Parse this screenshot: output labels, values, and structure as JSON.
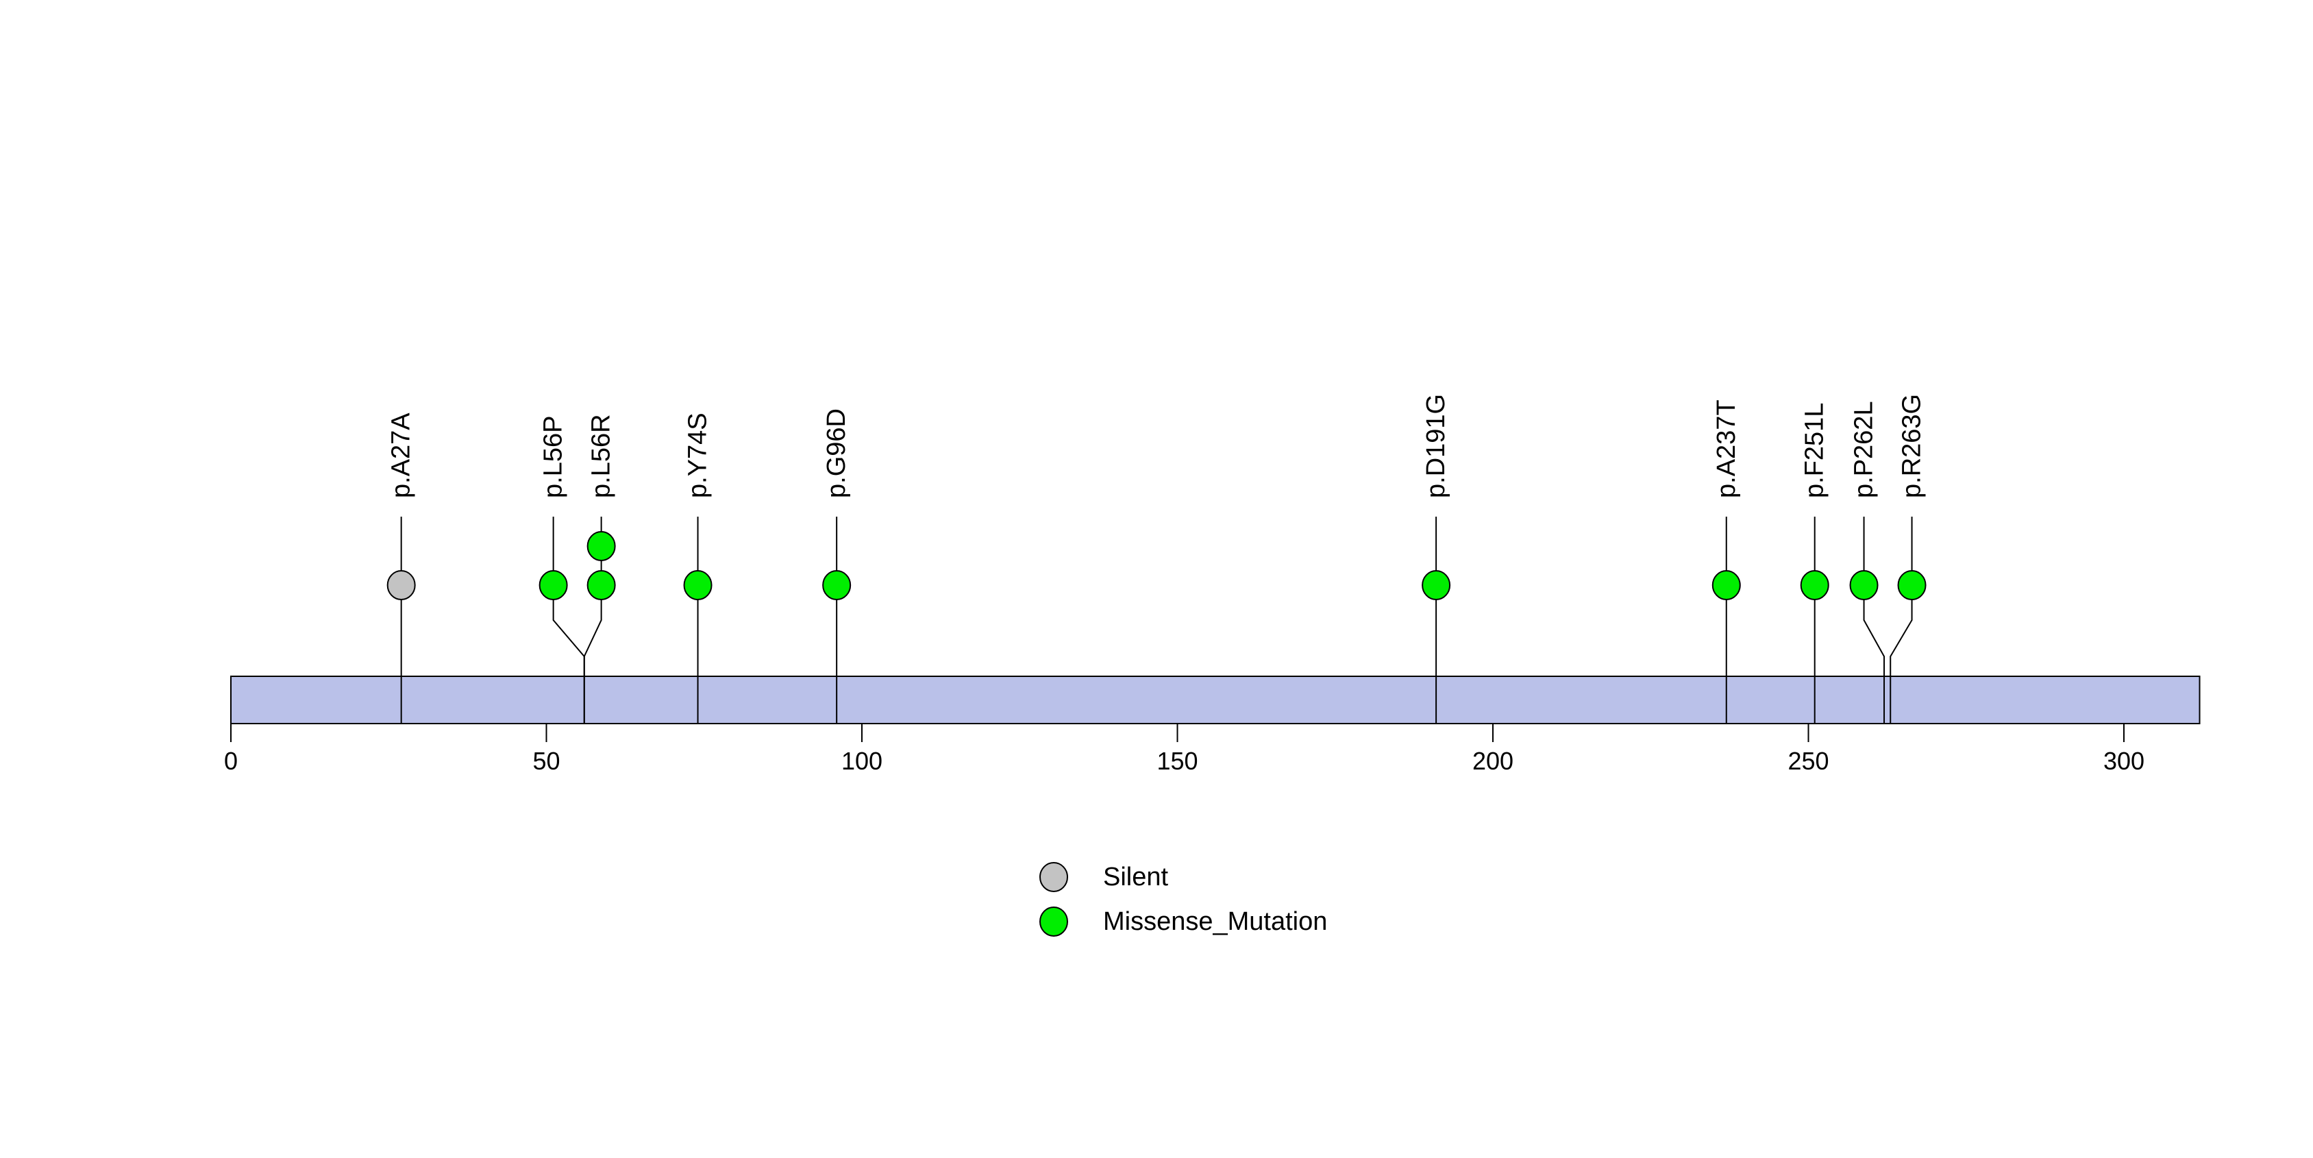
{
  "chart_data": {
    "type": "lollipop",
    "title": "",
    "xlabel": "",
    "ylabel": "",
    "xlim": [
      0,
      312
    ],
    "grid": false,
    "protein_bar": {
      "start": 0,
      "end": 312,
      "fill": "#bac1e9",
      "stroke": "#000000"
    },
    "x_ticks": [
      0,
      50,
      100,
      150,
      200,
      250,
      300
    ],
    "mutations": [
      {
        "label": "p.A27A",
        "pos": 27,
        "display_pos": 27,
        "count": 1,
        "type": "Silent"
      },
      {
        "label": "p.L56P",
        "pos": 56,
        "display_pos": 51.1,
        "count": 1,
        "type": "Missense_Mutation"
      },
      {
        "label": "p.L56R",
        "pos": 56,
        "display_pos": 58.7,
        "count": 2,
        "type": "Missense_Mutation"
      },
      {
        "label": "p.Y74S",
        "pos": 74,
        "display_pos": 74,
        "count": 1,
        "type": "Missense_Mutation"
      },
      {
        "label": "p.G96D",
        "pos": 96,
        "display_pos": 96,
        "count": 1,
        "type": "Missense_Mutation"
      },
      {
        "label": "p.D191G",
        "pos": 191,
        "display_pos": 191,
        "count": 1,
        "type": "Missense_Mutation"
      },
      {
        "label": "p.A237T",
        "pos": 237,
        "display_pos": 237,
        "count": 1,
        "type": "Missense_Mutation"
      },
      {
        "label": "p.F251L",
        "pos": 251,
        "display_pos": 251,
        "count": 1,
        "type": "Missense_Mutation"
      },
      {
        "label": "p.P262L",
        "pos": 262,
        "display_pos": 258.8,
        "count": 1,
        "type": "Missense_Mutation"
      },
      {
        "label": "p.R263G",
        "pos": 263,
        "display_pos": 266.4,
        "count": 1,
        "type": "Missense_Mutation"
      }
    ],
    "legend": {
      "position": "bottom-center",
      "items": [
        {
          "label": "Silent",
          "color": "#c3c3c3"
        },
        {
          "label": "Missense_Mutation",
          "color": "#00ee00"
        }
      ]
    },
    "colors": {
      "stem": "#000000",
      "marker_stroke": "#000000",
      "background": "#ffffff"
    }
  }
}
